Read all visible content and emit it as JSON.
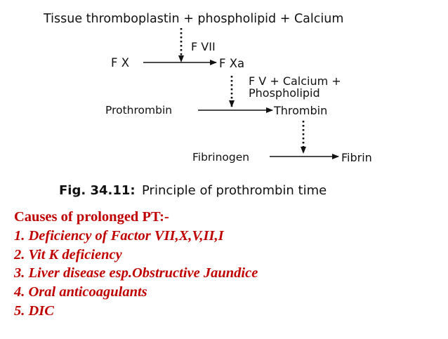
{
  "diagram": {
    "top_line": "Tissue thromboplastin + phospholipid + Calcium",
    "catalyst1": "F VII",
    "fx": "F X",
    "fxa": "F Xa",
    "catalyst2_line1": "F V + Calcium +",
    "catalyst2_line2": "Phospholipid",
    "prothrombin": "Prothrombin",
    "thrombin": "Thrombin",
    "fibrinogen": "Fibrinogen",
    "fibrin": "Fibrin",
    "caption_label": "Fig. 34.11:",
    "caption_text": "Principle of prothrombin time"
  },
  "notes": {
    "heading": "Causes of prolonged PT:-",
    "items": [
      "1. Deficiency of Factor VII,X,V,II,I",
      "2. Vit K deficiency",
      "3. Liver disease esp.Obstructive Jaundice",
      "4. Oral anticoagulants",
      "5. DIC"
    ]
  },
  "colors": {
    "diagram_ink": "#111111",
    "notes_text": "#c00000",
    "background": "#ffffff"
  }
}
